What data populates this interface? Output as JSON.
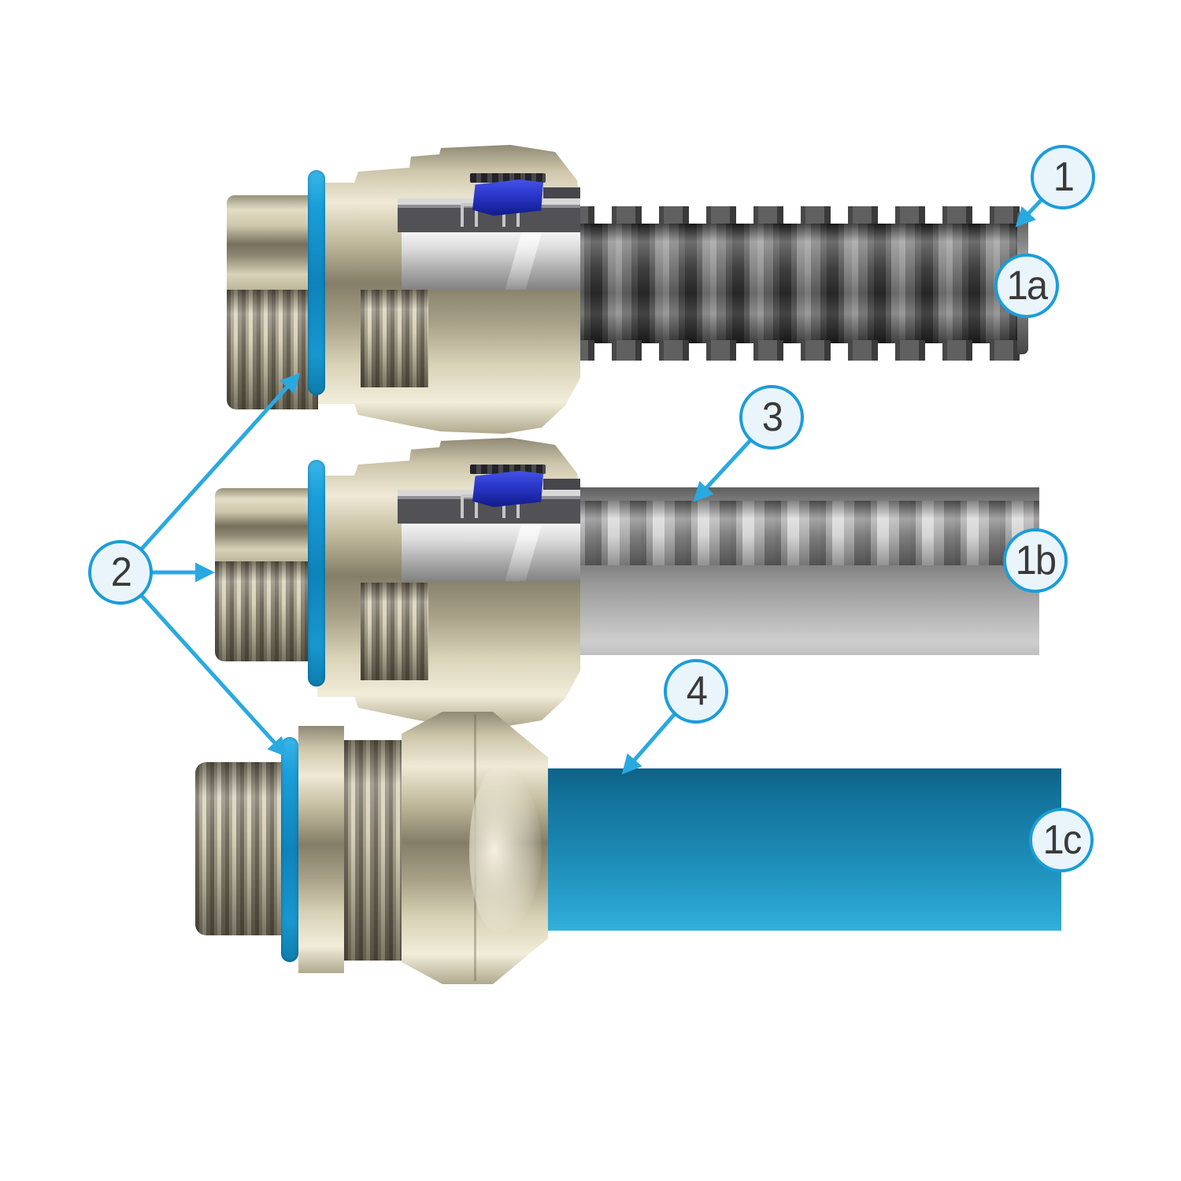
{
  "diagram": {
    "background_color": "#ffffff",
    "accent_color": "#1e9dd9",
    "callouts": [
      {
        "id": "callout-1",
        "label": "1"
      },
      {
        "id": "callout-1a",
        "label": "1a"
      },
      {
        "id": "callout-2",
        "label": "2"
      },
      {
        "id": "callout-3",
        "label": "3"
      },
      {
        "id": "callout-4",
        "label": "4"
      },
      {
        "id": "callout-1b",
        "label": "1b"
      },
      {
        "id": "callout-1c",
        "label": "1c"
      }
    ],
    "colors": {
      "callout_fill": "#eaf4fb",
      "callout_border": "#1b9dd9",
      "callout_text": "#3a3a3a",
      "leader_arrow": "#2aa9e1",
      "fitting_body": "#d5ceb2",
      "fitting_thread_light": "#d6cfb8",
      "fitting_thread_dark": "#6b6557",
      "o_ring": "#1b9ed9",
      "seal_insert": "#2d3bd0",
      "liner_ferrule": "#dcdcdc",
      "conduit_1a": "#5a5a5a",
      "conduit_1b_jacket": "#b5b5b5",
      "conduit_1b_core": "#d2d2d2",
      "conduit_1c": "#1b89b4"
    }
  }
}
